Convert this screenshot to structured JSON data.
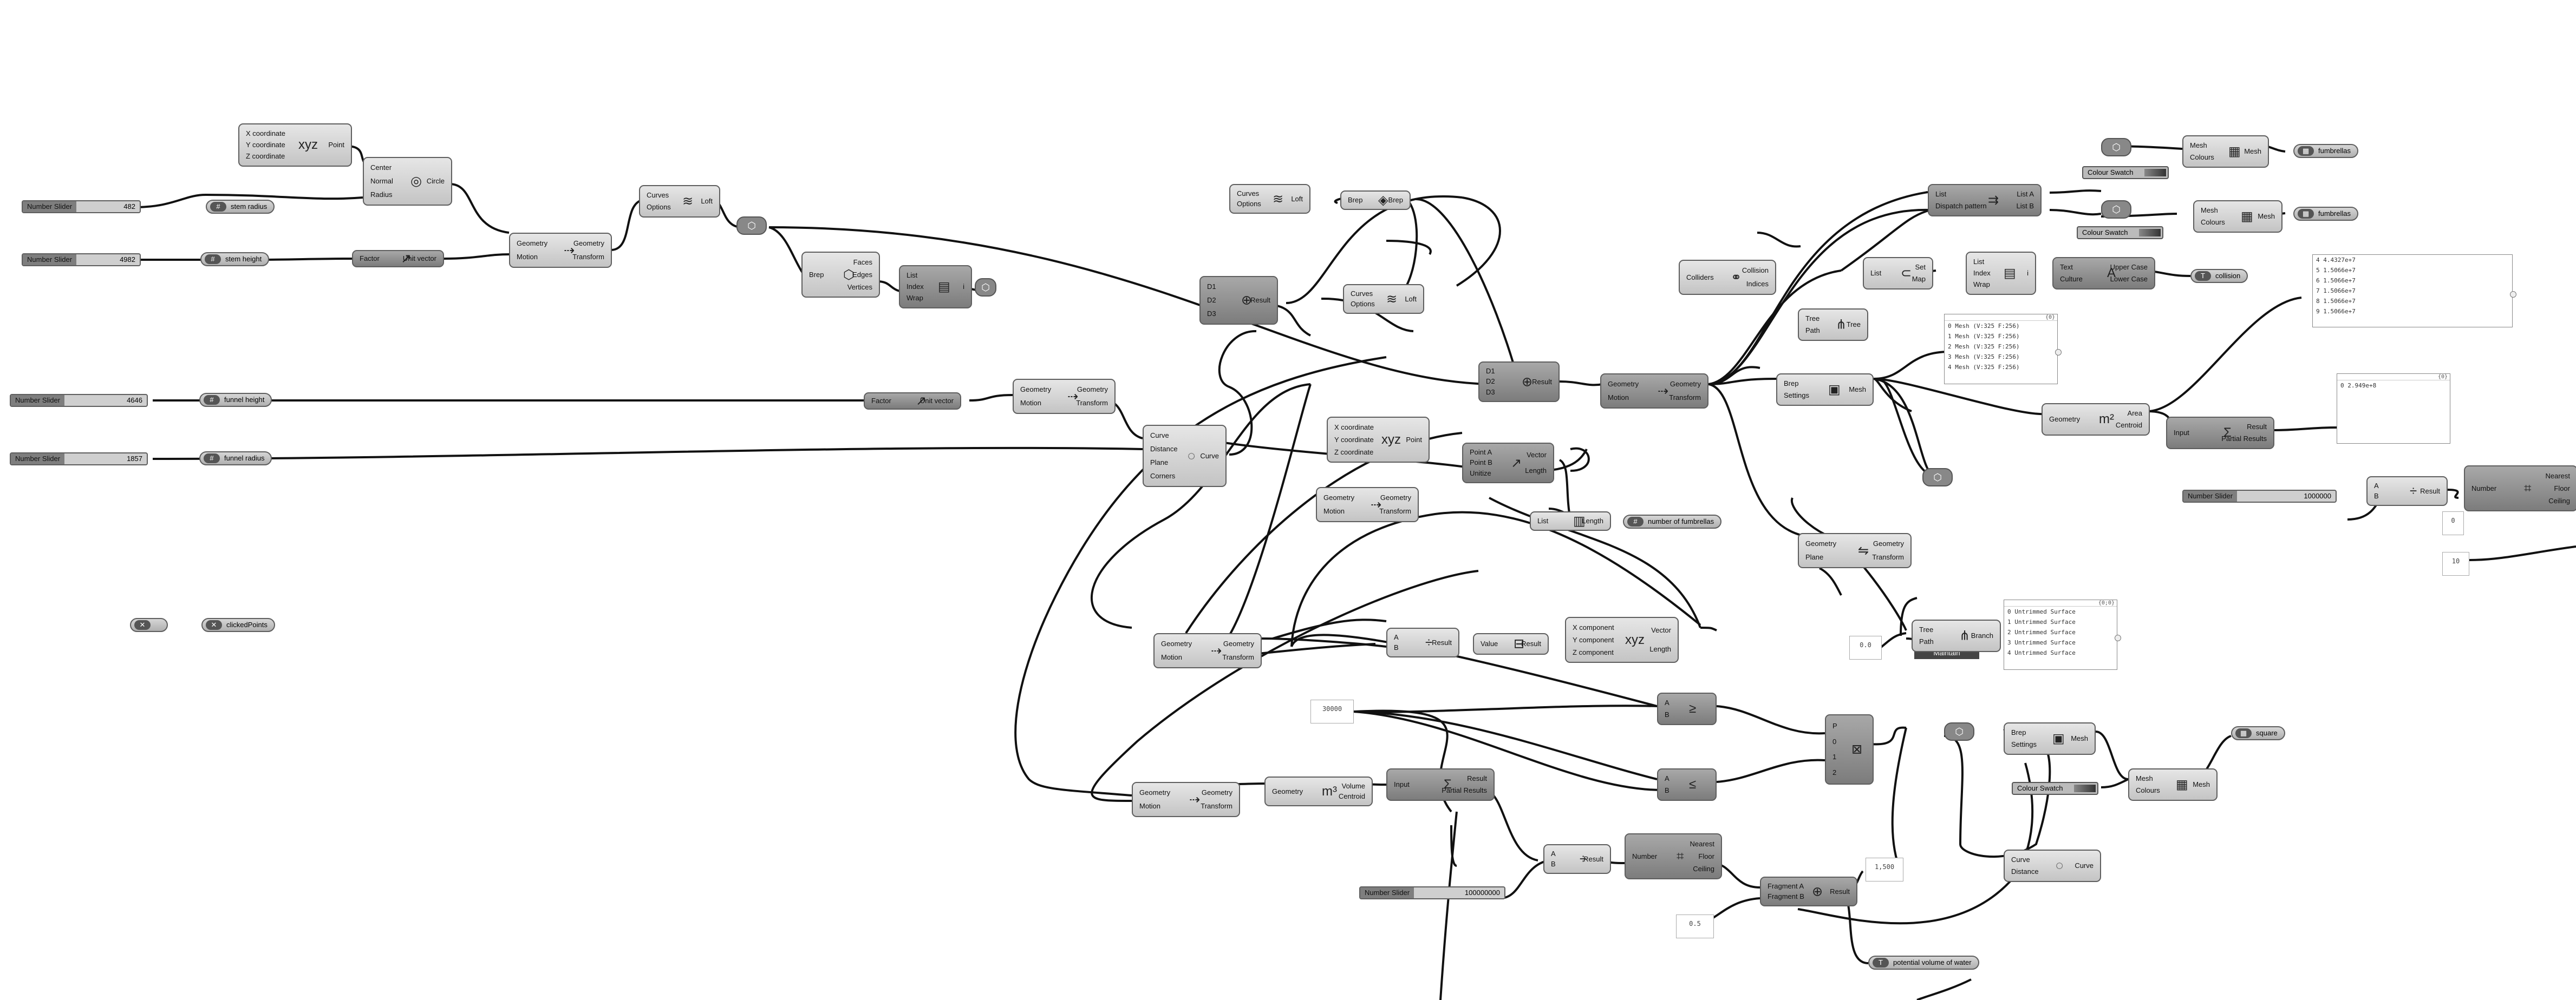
{
  "sliders": {
    "stem_radius": {
      "label": "Number Slider",
      "value": "482"
    },
    "stem_height": {
      "label": "Number Slider",
      "value": "4982"
    },
    "funnel_height": {
      "label": "Number Slider",
      "value": "4646"
    },
    "funnel_radius": {
      "label": "Number Slider",
      "value": "1857"
    },
    "n1": {
      "label": "Number Slider",
      "value": "1000000"
    },
    "n2": {
      "label": "Number Slider",
      "value": "100000000"
    }
  },
  "params": {
    "stem_radius": "stem radius",
    "stem_height": "stem height",
    "funnel_height": "funnel height",
    "funnel_radius": "funnel radius",
    "clicked_points": "clickedPoints",
    "number_of_fumbrellas": "number of fumbrellas",
    "fumbrellas_1": "fumbrellas",
    "fumbrellas_2": "fumbrellas",
    "collision": "collision",
    "potential_volume": "potential volume of water",
    "square": "square"
  },
  "swatches": {
    "s1": "Colour Swatch",
    "s2": "Colour Swatch",
    "s3": "Colour Swatch"
  },
  "maintain": "Maintain",
  "text_values": {
    "t_30000": "30000",
    "t_118": "0.0",
    "t_1500": "1,500",
    "t_0": "0",
    "t_10": "10",
    "t_05": "0.5"
  },
  "panels": {
    "meshes": {
      "header": "{0}",
      "rows": [
        "0 Mesh (V:325 F:256)",
        "1 Mesh (V:325 F:256)",
        "2 Mesh (V:325 F:256)",
        "3 Mesh (V:325 F:256)",
        "4 Mesh (V:325 F:256)"
      ]
    },
    "numbers": {
      "header": "",
      "rows": [
        "4 4.4327e+7",
        "5 1.5066e+7",
        "6 1.5066e+7",
        "7 1.5066e+7",
        "8 1.5066e+7",
        "9 1.5066e+7"
      ]
    },
    "small": {
      "header": "{0}",
      "rows": [
        "0 2.949e+8"
      ]
    },
    "surfaces": {
      "header": "{0;0}",
      "rows": [
        "0 Untrimmed Surface",
        "1 Untrimmed Surface",
        "2 Untrimmed Surface",
        "3 Untrimmed Surface",
        "4 Untrimmed Surface"
      ]
    }
  },
  "components": [
    {
      "id": "pt1",
      "ins": [
        "X coordinate",
        "Y coordinate",
        "Z coordinate"
      ],
      "icon": "xyz-point-icon",
      "glyph": "xyz",
      "outs": [
        "Point"
      ]
    },
    {
      "id": "circle",
      "ins": [
        "Center",
        "Normal",
        "Radius"
      ],
      "icon": "circle-icon",
      "glyph": "◎",
      "outs": [
        "Circle"
      ]
    },
    {
      "id": "move1",
      "ins": [
        "Geometry",
        "Motion"
      ],
      "icon": "move-icon",
      "glyph": "⇢",
      "outs": [
        "Geometry",
        "Transform"
      ]
    },
    {
      "id": "unitz1",
      "ins": [
        "Factor"
      ],
      "icon": "unit-vector-icon",
      "glyph": "↗",
      "outs": [
        "Unit vector"
      ]
    },
    {
      "id": "loft1",
      "ins": [
        "Curves",
        "Options"
      ],
      "icon": "loft-icon",
      "glyph": "≋",
      "outs": [
        "Loft"
      ]
    },
    {
      "id": "deconbrep",
      "ins": [
        "Brep"
      ],
      "icon": "deconstruct-brep-icon",
      "glyph": "⬡",
      "outs": [
        "Faces",
        "Edges",
        "Vertices"
      ]
    },
    {
      "id": "listitem1",
      "ins": [
        "List",
        "Index",
        "Wrap"
      ],
      "icon": "list-item-icon",
      "glyph": "▤",
      "outs": [
        "i"
      ]
    },
    {
      "id": "loft2",
      "ins": [
        "Curves",
        "Options"
      ],
      "icon": "loft-icon",
      "glyph": "≋",
      "outs": [
        "Loft"
      ]
    },
    {
      "id": "brep1",
      "ins": [
        "Brep"
      ],
      "icon": "brep-icon",
      "glyph": "◈",
      "outs": [
        "Brep"
      ]
    },
    {
      "id": "merge",
      "ins": [
        "D1",
        "D2",
        "D3"
      ],
      "icon": "merge-icon",
      "glyph": "⊕",
      "outs": [
        "Result"
      ]
    },
    {
      "id": "loft3",
      "ins": [
        "Curves",
        "Options"
      ],
      "icon": "loft-icon",
      "glyph": "≋",
      "outs": [
        "Loft"
      ]
    },
    {
      "id": "move2",
      "ins": [
        "Geometry",
        "Motion"
      ],
      "icon": "move-icon",
      "glyph": "⇢",
      "outs": [
        "Geometry",
        "Transform"
      ]
    },
    {
      "id": "unitz2",
      "ins": [
        "Factor"
      ],
      "icon": "unit-vector-icon",
      "glyph": "↗",
      "outs": [
        "Unit vector"
      ]
    },
    {
      "id": "curvecircle",
      "ins": [
        "Curve",
        "Distance",
        "Plane",
        "Corners"
      ],
      "icon": "offset-curve-icon",
      "glyph": "◌",
      "outs": [
        "Curve"
      ]
    },
    {
      "id": "merge2",
      "ins": [
        "D1",
        "D2",
        "D3"
      ],
      "icon": "merge-icon",
      "glyph": "⊕",
      "outs": [
        "Result"
      ]
    },
    {
      "id": "pt2",
      "ins": [
        "X coordinate",
        "Y coordinate",
        "Z coordinate"
      ],
      "icon": "xyz-point-icon",
      "glyph": "xyz",
      "outs": [
        "Point"
      ]
    },
    {
      "id": "vec2pt",
      "ins": [
        "Point A",
        "Point B",
        "Unitize"
      ],
      "icon": "vector-2pt-icon",
      "glyph": "↗",
      "outs": [
        "Vector",
        "Length"
      ]
    },
    {
      "id": "move3",
      "ins": [
        "Geometry",
        "Motion"
      ],
      "icon": "move-icon",
      "glyph": "⇢",
      "outs": [
        "Geometry",
        "Transform"
      ]
    },
    {
      "id": "listlen",
      "ins": [
        "List"
      ],
      "icon": "list-length-icon",
      "glyph": "▥",
      "outs": [
        "Length"
      ]
    },
    {
      "id": "move4",
      "ins": [
        "Geometry",
        "Motion"
      ],
      "icon": "move-icon",
      "glyph": "⇢",
      "outs": [
        "Geometry",
        "Transform"
      ]
    },
    {
      "id": "collision",
      "ins": [
        "Colliders"
      ],
      "icon": "collision-icon",
      "glyph": "⚭",
      "outs": [
        "Collision",
        "Indices"
      ]
    },
    {
      "id": "listA",
      "ins": [
        "List",
        "Dispatch pattern"
      ],
      "icon": "dispatch-icon",
      "glyph": "⇉",
      "outs": [
        "List A",
        "List B"
      ]
    },
    {
      "id": "tree1",
      "ins": [
        "Tree",
        "Path"
      ],
      "icon": "tree-icon",
      "glyph": "⋔",
      "outs": [
        "Tree"
      ]
    },
    {
      "id": "setmap",
      "ins": [
        "List"
      ],
      "icon": "set-icon",
      "glyph": "⊂",
      "outs": [
        "Set",
        "Map"
      ]
    },
    {
      "id": "listitem2",
      "ins": [
        "List",
        "Index",
        "Wrap"
      ],
      "icon": "list-item-icon",
      "glyph": "▤",
      "outs": [
        "i"
      ]
    },
    {
      "id": "textcase",
      "ins": [
        "Text",
        "Culture"
      ],
      "icon": "text-case-icon",
      "glyph": "A",
      "outs": [
        "Upper Case",
        "Lower Case"
      ]
    },
    {
      "id": "mesh1",
      "ins": [
        "Mesh",
        "Colours"
      ],
      "icon": "mesh-colour-icon",
      "glyph": "▦",
      "outs": [
        "Mesh"
      ]
    },
    {
      "id": "mesh2",
      "ins": [
        "Mesh",
        "Colours"
      ],
      "icon": "mesh-colour-icon",
      "glyph": "▦",
      "outs": [
        "Mesh"
      ]
    },
    {
      "id": "meshbrep",
      "ins": [
        "Brep",
        "Settings"
      ],
      "icon": "mesh-brep-icon",
      "glyph": "▣",
      "outs": [
        "Mesh"
      ]
    },
    {
      "id": "area",
      "ins": [
        "Geometry"
      ],
      "icon": "area-icon",
      "glyph": "m²",
      "outs": [
        "Area",
        "Centroid"
      ]
    },
    {
      "id": "massadd1",
      "ins": [
        "Input"
      ],
      "icon": "mass-addition-icon",
      "glyph": "Σ",
      "outs": [
        "Result",
        "Partial Results"
      ]
    },
    {
      "id": "div1",
      "ins": [
        "A",
        "B"
      ],
      "icon": "division-icon",
      "glyph": "÷",
      "outs": [
        "Result"
      ]
    },
    {
      "id": "round1",
      "ins": [
        "Number"
      ],
      "icon": "round-icon",
      "glyph": "⌗",
      "outs": [
        "Nearest",
        "Floor",
        "Ceiling"
      ]
    },
    {
      "id": "mirror",
      "ins": [
        "Geometry",
        "Plane"
      ],
      "icon": "mirror-icon",
      "glyph": "⇋",
      "outs": [
        "Geometry",
        "Transform"
      ]
    },
    {
      "id": "branch",
      "ins": [
        "Tree",
        "Path"
      ],
      "icon": "tree-branch-icon",
      "glyph": "⋔",
      "outs": [
        "Branch"
      ]
    },
    {
      "id": "move5",
      "ins": [
        "Geometry",
        "Motion"
      ],
      "icon": "move-icon",
      "glyph": "⇢",
      "outs": [
        "Geometry",
        "Transform"
      ]
    },
    {
      "id": "div2",
      "ins": [
        "A",
        "B"
      ],
      "icon": "division-icon",
      "glyph": "÷",
      "outs": [
        "Result"
      ]
    },
    {
      "id": "valuelist",
      "ins": [
        "Value"
      ],
      "icon": "value-icon",
      "glyph": "⊟",
      "outs": [
        "Result"
      ]
    },
    {
      "id": "vecxyz",
      "ins": [
        "X component",
        "Y component",
        "Z component"
      ],
      "icon": "vector-xyz-icon",
      "glyph": "xyz",
      "outs": [
        "Vector",
        "Length"
      ]
    },
    {
      "id": "gate1",
      "ins": [
        "A",
        "B"
      ],
      "icon": "gate-icon",
      "glyph": "≥",
      "outs": [
        ""
      ]
    },
    {
      "id": "gate2",
      "ins": [
        "A",
        "B"
      ],
      "icon": "gate-icon",
      "glyph": "≤",
      "outs": [
        ""
      ]
    },
    {
      "id": "pick",
      "ins": [
        "P",
        "0",
        "1",
        "2"
      ],
      "icon": "pick-icon",
      "glyph": "⊠",
      "outs": [
        ""
      ]
    },
    {
      "id": "meshbrep2",
      "ins": [
        "Brep",
        "Settings"
      ],
      "icon": "mesh-brep-icon",
      "glyph": "▣",
      "outs": [
        "Mesh"
      ]
    },
    {
      "id": "mesh3",
      "ins": [
        "Mesh",
        "Colours"
      ],
      "icon": "mesh-colour-icon",
      "glyph": "▦",
      "outs": [
        "Mesh"
      ]
    },
    {
      "id": "move6",
      "ins": [
        "Geometry",
        "Motion"
      ],
      "icon": "move-icon",
      "glyph": "⇢",
      "outs": [
        "Geometry",
        "Transform"
      ]
    },
    {
      "id": "volume",
      "ins": [
        "Geometry"
      ],
      "icon": "volume-icon",
      "glyph": "m³",
      "outs": [
        "Volume",
        "Centroid"
      ]
    },
    {
      "id": "massadd2",
      "ins": [
        "Input"
      ],
      "icon": "mass-addition-icon",
      "glyph": "Σ",
      "outs": [
        "Result",
        "Partial Results"
      ]
    },
    {
      "id": "div3",
      "ins": [
        "A",
        "B"
      ],
      "icon": "division-icon",
      "glyph": "÷",
      "outs": [
        "Result"
      ]
    },
    {
      "id": "round2",
      "ins": [
        "Number"
      ],
      "icon": "round-icon",
      "glyph": "⌗",
      "outs": [
        "Nearest",
        "Floor",
        "Ceiling"
      ]
    },
    {
      "id": "concat",
      "ins": [
        "Fragment A",
        "Fragment B"
      ],
      "icon": "concatenate-icon",
      "glyph": "⊕",
      "outs": [
        "Result"
      ]
    },
    {
      "id": "curvedist",
      "ins": [
        "Curve",
        "Distance"
      ],
      "icon": "offset-curve-icon",
      "glyph": "◌",
      "outs": [
        "Curve"
      ]
    },
    {
      "id": "div4",
      "ins": [
        "A",
        "B"
      ],
      "icon": "division-icon",
      "glyph": "÷",
      "outs": [
        "Result"
      ]
    },
    {
      "id": "round3",
      "ins": [
        "Number"
      ],
      "icon": "round-icon",
      "glyph": "⌗",
      "outs": [
        "Nearest",
        "Floor",
        "Ceiling"
      ]
    }
  ]
}
